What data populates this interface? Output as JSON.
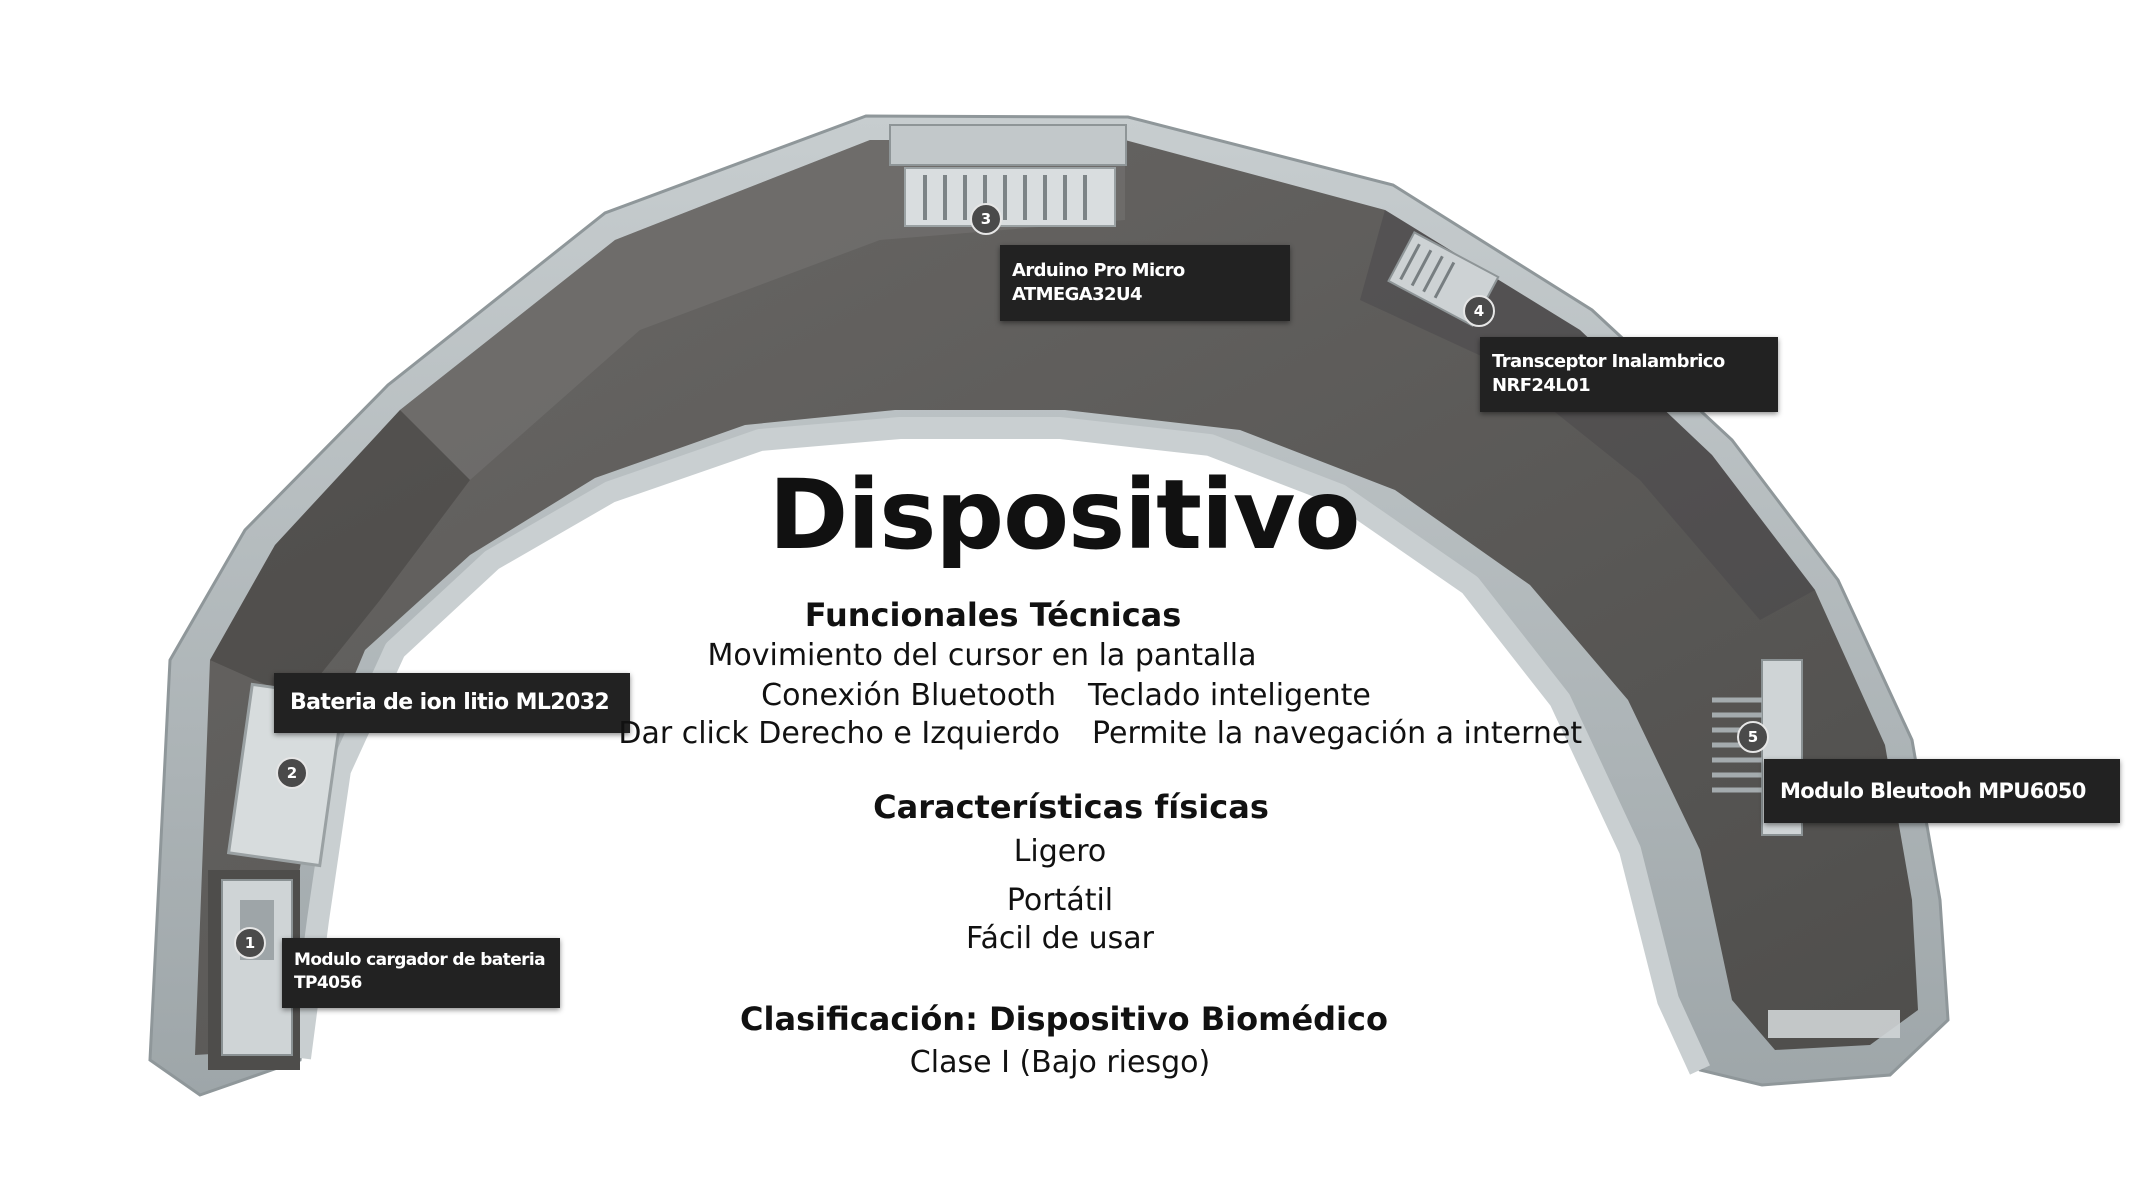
{
  "title": "Dispositivo",
  "funcionales": {
    "heading": "Funcionales Técnicas",
    "line1": "Movimiento del cursor en la pantalla",
    "row2_left": "Conexión Bluetooth",
    "row2_right": "Teclado inteligente",
    "row3_left": "Dar click Derecho e Izquierdo",
    "row3_right": "Permite la navegación a internet"
  },
  "fisicas": {
    "heading": "Características físicas",
    "items": [
      "Ligero",
      "Portátil",
      "Fácil de usar"
    ]
  },
  "clasificacion": {
    "heading": "Clasificación: Dispositivo Biomédico",
    "value": "Clase I (Bajo riesgo)"
  },
  "components": [
    {
      "number": "1",
      "line1": "Modulo cargador de bateria",
      "line2": "TP4056"
    },
    {
      "number": "2",
      "line1": "Bateria de ion litio ML2032",
      "line2": ""
    },
    {
      "number": "3",
      "line1": "Arduino Pro Micro",
      "line2": "ATMEGA32U4"
    },
    {
      "number": "4",
      "line1": "Transceptor Inalambrico",
      "line2": "NRF24L01"
    },
    {
      "number": "5",
      "line1": "Modulo Bleutooh MPU6050",
      "line2": ""
    }
  ],
  "colors": {
    "shell": "#bcc3c5",
    "cavity": "#5b5a58",
    "label_bg": "#222222"
  }
}
